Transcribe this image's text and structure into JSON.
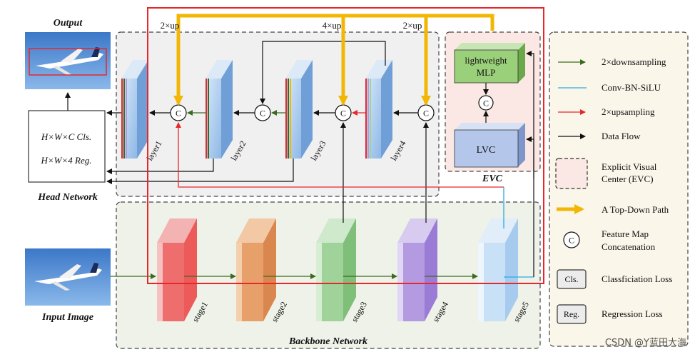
{
  "titles": {
    "output": "Output",
    "head_network": "Head Network",
    "input_image": "Input Image",
    "backbone": "Backbone Network",
    "evc": "EVC"
  },
  "head": {
    "line1": "H×W×C  Cls.",
    "line2": "H×W×4  Reg."
  },
  "ups": {
    "left": "2×up",
    "middle": "4×up",
    "right": "2×up"
  },
  "layers": [
    "layer1",
    "layer2",
    "layer3",
    "layer4"
  ],
  "stages": [
    "stage1",
    "stage2",
    "stage3",
    "stage4",
    "stage5"
  ],
  "concat_symbol": "C",
  "evc_blocks": {
    "mlp_line1": "lightweight",
    "mlp_line2": "MLP",
    "lvc": "LVC"
  },
  "legend": {
    "downsampling": "2×downsampling",
    "conv": "Conv-BN-SiLU",
    "upsampling": "2×upsampling",
    "dataflow": "Data Flow",
    "evc_line1": "Explicit Visual",
    "evc_line2": "Center (EVC)",
    "topdown": "A Top-Down Path",
    "concat_line1": "Feature Map",
    "concat_line2": "Concatenation",
    "cls_box": "Cls.",
    "cls_text": "Classficiation Loss",
    "reg_box": "Reg.",
    "reg_text": "Regression Loss"
  },
  "watermark": "CSDN @Y蓝田大海",
  "colors": {
    "downsampling": "#3a6b1f",
    "conv": "#29abe2",
    "upsampling": "#e8272a",
    "dataflow": "#111111",
    "topdown": "#f2b705",
    "highlight": "#e8272a",
    "stage1": "#ee6e6e",
    "stage2": "#e8a06a",
    "stage3": "#9fd39a",
    "stage4": "#b49ae0",
    "stage5": "#bcd9f2",
    "layer": "#b8d3f0"
  }
}
